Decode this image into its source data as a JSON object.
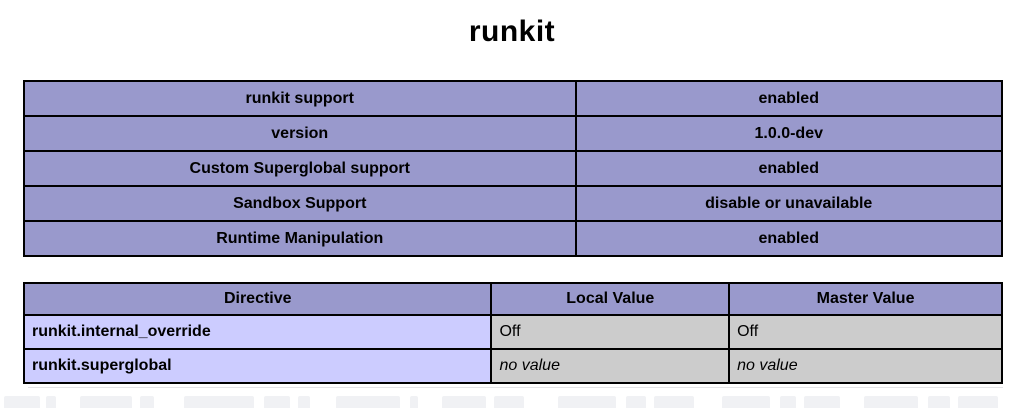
{
  "page": {
    "title": "runkit"
  },
  "colors": {
    "page_bg": "#ffffff",
    "section_cell_bg": "#9999cc",
    "directive_cell_bg": "#ccccff",
    "value_cell_bg": "#cccccc",
    "border": "#000000",
    "text": "#000000"
  },
  "info_table": {
    "rows": [
      {
        "label": "runkit support",
        "value": "enabled"
      },
      {
        "label": "version",
        "value": "1.0.0-dev"
      },
      {
        "label": "Custom Superglobal support",
        "value": "enabled"
      },
      {
        "label": "Sandbox Support",
        "value": "disable or unavailable"
      },
      {
        "label": "Runtime Manipulation",
        "value": "enabled"
      }
    ]
  },
  "directives_table": {
    "headers": [
      "Directive",
      "Local Value",
      "Master Value"
    ],
    "rows": [
      {
        "directive": "runkit.internal_override",
        "local": "Off",
        "master": "Off"
      },
      {
        "directive": "runkit.superglobal",
        "local": "no value",
        "master": "no value"
      }
    ]
  }
}
